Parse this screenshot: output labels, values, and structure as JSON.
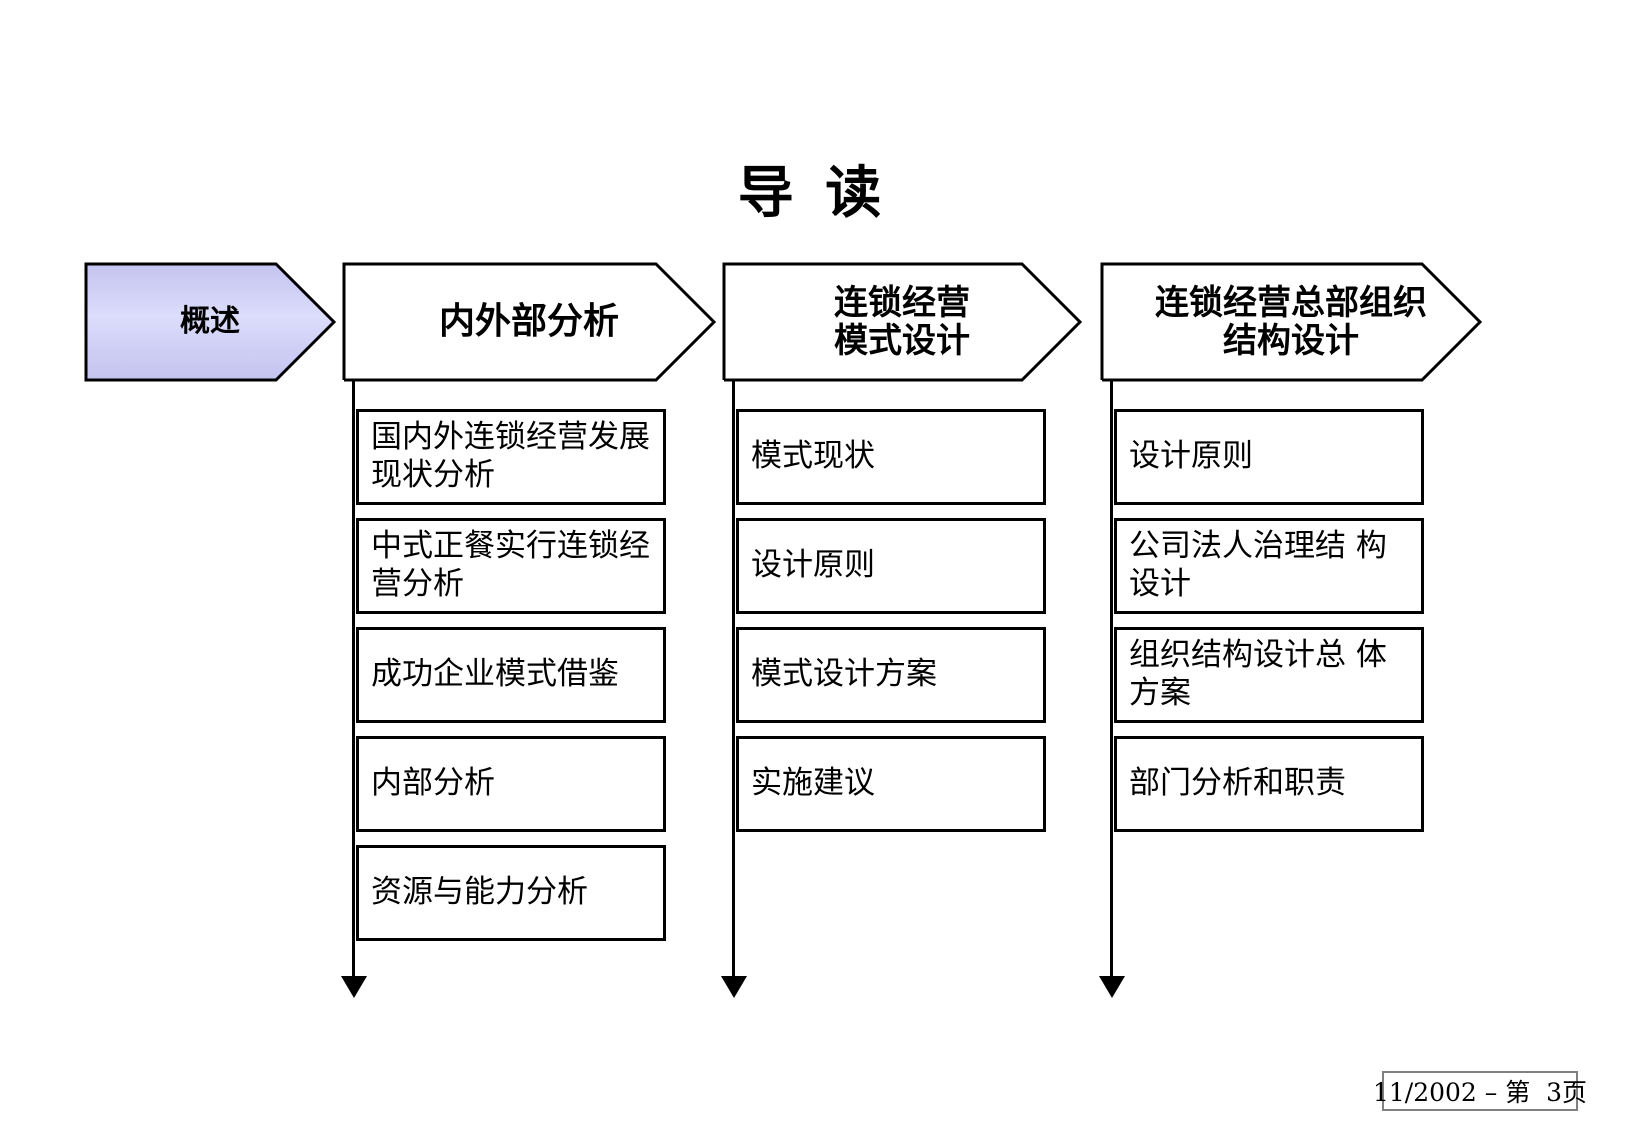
{
  "slide": {
    "title": "导  读",
    "footer": "11/2002 – 第  3页"
  },
  "accent": {
    "chevron_fill_edge": "#c3c3f0",
    "chevron_fill_center": "#d9d9fa",
    "chevron_stroke": "#000000",
    "box_stroke": "#000000",
    "footer_stroke": "#808080"
  },
  "phases": [
    {
      "header": "概述",
      "highlighted": true,
      "items": []
    },
    {
      "header": "内外部分析",
      "highlighted": false,
      "items": [
        "国内外连锁经营发展现状分析",
        " 中式正餐实行连锁经营分析",
        "成功企业模式借鉴",
        "内部分析",
        "资源与能力分析"
      ]
    },
    {
      "header": "连锁经营\n模式设计",
      "highlighted": false,
      "items": [
        "模式现状",
        "设计原则",
        "模式设计方案",
        "实施建议"
      ]
    },
    {
      "header": "连锁经营总部组织\n结构设计",
      "highlighted": false,
      "items": [
        "设计原则",
        "公司法人治理结\n构设计",
        "组织结构设计总\n体方案",
        "部门分析和职责"
      ]
    }
  ]
}
